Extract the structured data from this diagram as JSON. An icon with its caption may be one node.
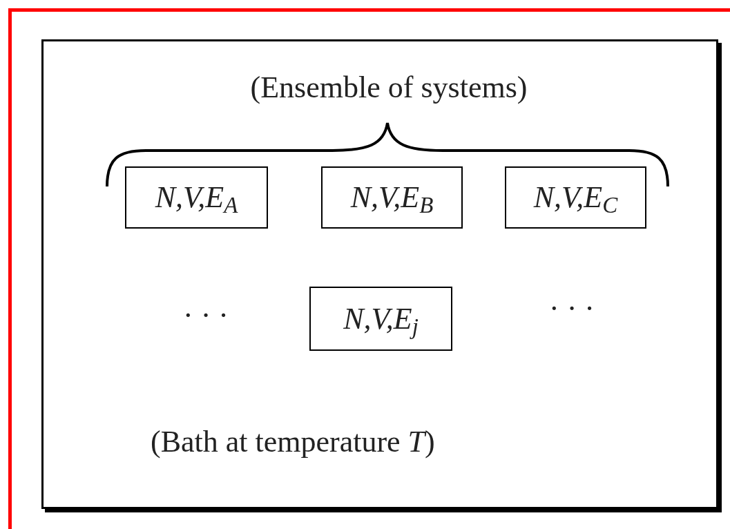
{
  "diagram": {
    "nodes": [
      {
        "text": [
          "(Bath at temperature *T*)"
        ]
      },
      {
        "text": [
          "N,V,E$_{A}$"
        ],
        "in": 0
      },
      {
        "text": [
          "N,V,E$_{B}$"
        ],
        "in": 0
      },
      {
        "text": [
          "N,V,E$_{C}$"
        ],
        "in": 0
      },
      {
        "text": [
          "N,V,E$_{j}$"
        ],
        "in": 0
      }
    ],
    "edges": [],
    "labels": [
      "(Ensemble of systems)",
      "· · ·",
      "· · ·"
    ]
  }
}
